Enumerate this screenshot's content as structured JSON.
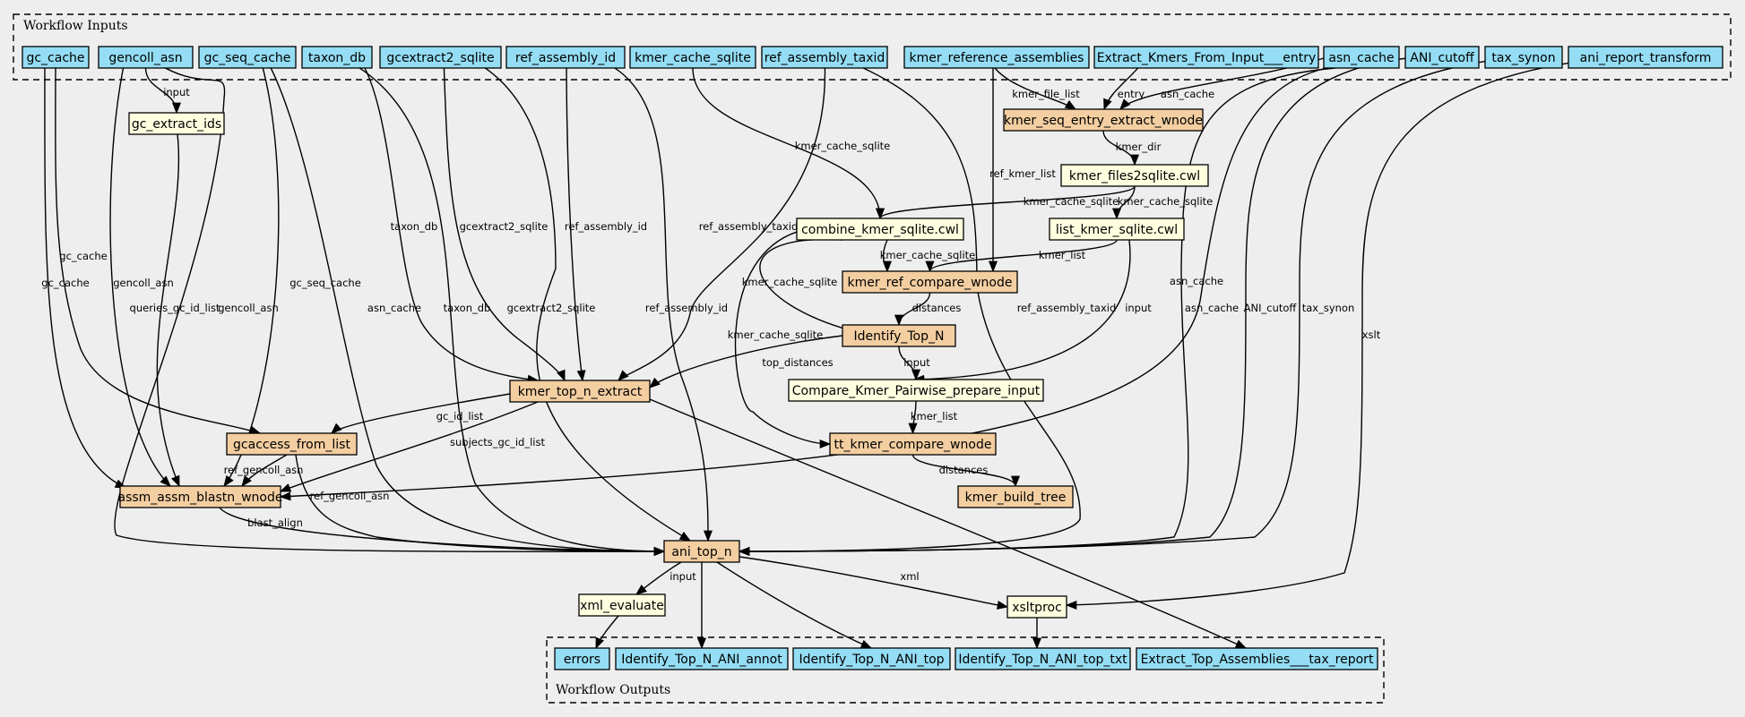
{
  "clusters": {
    "inputs_label": "Workflow Inputs",
    "outputs_label": "Workflow Outputs"
  },
  "nodes": {
    "gc_cache": {
      "label": "gc_cache",
      "kind": "input"
    },
    "gencoll_asn": {
      "label": "gencoll_asn",
      "kind": "input"
    },
    "gc_seq_cache": {
      "label": "gc_seq_cache",
      "kind": "input"
    },
    "taxon_db": {
      "label": "taxon_db",
      "kind": "input"
    },
    "gcextract2_sqlite": {
      "label": "gcextract2_sqlite",
      "kind": "input"
    },
    "ref_assembly_id": {
      "label": "ref_assembly_id",
      "kind": "input"
    },
    "kmer_cache_sqlite": {
      "label": "kmer_cache_sqlite",
      "kind": "input"
    },
    "ref_assembly_taxid": {
      "label": "ref_assembly_taxid",
      "kind": "input"
    },
    "kmer_reference_assemblies": {
      "label": "kmer_reference_assemblies",
      "kind": "input"
    },
    "extract_kmers_entry": {
      "label": "Extract_Kmers_From_Input___entry",
      "kind": "input"
    },
    "asn_cache": {
      "label": "asn_cache",
      "kind": "input"
    },
    "ani_cutoff": {
      "label": "ANI_cutoff",
      "kind": "input"
    },
    "tax_synon": {
      "label": "tax_synon",
      "kind": "input"
    },
    "ani_report_transform": {
      "label": "ani_report_transform",
      "kind": "input"
    },
    "gc_extract_ids": {
      "label": "gc_extract_ids",
      "kind": "tool"
    },
    "kmer_seq_entry_extract_wnode": {
      "label": "kmer_seq_entry_extract_wnode",
      "kind": "step"
    },
    "kmer_files2sqlite": {
      "label": "kmer_files2sqlite.cwl",
      "kind": "tool"
    },
    "combine_kmer_sqlite": {
      "label": "combine_kmer_sqlite.cwl",
      "kind": "tool"
    },
    "list_kmer_sqlite": {
      "label": "list_kmer_sqlite.cwl",
      "kind": "tool"
    },
    "kmer_ref_compare_wnode": {
      "label": "kmer_ref_compare_wnode",
      "kind": "step"
    },
    "identify_top_n": {
      "label": "Identify_Top_N",
      "kind": "step"
    },
    "kmer_top_n_extract": {
      "label": "kmer_top_n_extract",
      "kind": "step"
    },
    "compare_kmer_pairwise": {
      "label": "Compare_Kmer_Pairwise_prepare_input",
      "kind": "tool"
    },
    "gcaccess_from_list": {
      "label": "gcaccess_from_list",
      "kind": "step"
    },
    "tt_kmer_compare_wnode": {
      "label": "tt_kmer_compare_wnode",
      "kind": "step"
    },
    "assm_assm_blastn_wnode": {
      "label": "assm_assm_blastn_wnode",
      "kind": "step"
    },
    "kmer_build_tree": {
      "label": "kmer_build_tree",
      "kind": "step"
    },
    "ani_top_n": {
      "label": "ani_top_n",
      "kind": "step"
    },
    "xml_evaluate": {
      "label": "xml_evaluate",
      "kind": "tool"
    },
    "xsltproc": {
      "label": "xsltproc",
      "kind": "tool"
    },
    "errors": {
      "label": "errors",
      "kind": "output"
    },
    "out_ani_annot": {
      "label": "Identify_Top_N_ANI_annot",
      "kind": "output"
    },
    "out_ani_top": {
      "label": "Identify_Top_N_ANI_top",
      "kind": "output"
    },
    "out_ani_top_txt": {
      "label": "Identify_Top_N_ANI_top_txt",
      "kind": "output"
    },
    "out_tax_report": {
      "label": "Extract_Top_Assemblies___tax_report",
      "kind": "output"
    }
  },
  "edges": [
    {
      "from": "gencoll_asn",
      "to": "gc_extract_ids",
      "label": "input"
    },
    {
      "from": "gc_cache",
      "to": "gcaccess_from_list",
      "label": "gc_cache"
    },
    {
      "from": "gc_cache",
      "to": "assm_assm_blastn_wnode",
      "label": "gc_cache"
    },
    {
      "from": "gencoll_asn",
      "to": "assm_assm_blastn_wnode",
      "label": "gencoll_asn"
    },
    {
      "from": "gc_extract_ids",
      "to": "assm_assm_blastn_wnode",
      "label": "queries_gc_id_list"
    },
    {
      "from": "gc_seq_cache",
      "to": "assm_assm_blastn_wnode",
      "label": "gc_seq_cache"
    },
    {
      "from": "gencoll_asn",
      "to": "ani_top_n",
      "label": "gencoll_asn"
    },
    {
      "from": "gc_seq_cache",
      "to": "ani_top_n",
      "label": "asn_cache"
    },
    {
      "from": "taxon_db",
      "to": "kmer_top_n_extract",
      "label": "taxon_db"
    },
    {
      "from": "taxon_db",
      "to": "ani_top_n",
      "label": "taxon_db"
    },
    {
      "from": "gcextract2_sqlite",
      "to": "kmer_top_n_extract",
      "label": "gcextract2_sqlite"
    },
    {
      "from": "gcextract2_sqlite",
      "to": "ani_top_n",
      "label": "gcextract2_sqlite"
    },
    {
      "from": "ref_assembly_id",
      "to": "kmer_top_n_extract",
      "label": "ref_assembly_id"
    },
    {
      "from": "ref_assembly_id",
      "to": "ani_top_n",
      "label": "ref_assembly_id"
    },
    {
      "from": "kmer_cache_sqlite",
      "to": "combine_kmer_sqlite",
      "label": "kmer_cache_sqlite"
    },
    {
      "from": "ref_assembly_taxid",
      "to": "kmer_top_n_extract",
      "label": "ref_assembly_taxid"
    },
    {
      "from": "ref_assembly_taxid",
      "to": "ani_top_n",
      "label": "ref_assembly_taxid"
    },
    {
      "from": "kmer_reference_assemblies",
      "to": "kmer_seq_entry_extract_wnode",
      "label": "kmer_file_list"
    },
    {
      "from": "kmer_reference_assemblies",
      "to": "kmer_ref_compare_wnode",
      "label": "ref_kmer_list"
    },
    {
      "from": "extract_kmers_entry",
      "to": "kmer_seq_entry_extract_wnode",
      "label": "entry"
    },
    {
      "from": "asn_cache",
      "to": "kmer_seq_entry_extract_wnode",
      "label": "asn_cache"
    },
    {
      "from": "asn_cache",
      "to": "assm_assm_blastn_wnode",
      "label": "asn_cache"
    },
    {
      "from": "asn_cache",
      "to": "ani_top_n",
      "label": "asn_cache"
    },
    {
      "from": "ani_cutoff",
      "to": "ani_top_n",
      "label": "ANI_cutoff"
    },
    {
      "from": "tax_synon",
      "to": "ani_top_n",
      "label": "tax_synon"
    },
    {
      "from": "ani_report_transform",
      "to": "xsltproc",
      "label": "xslt"
    },
    {
      "from": "kmer_seq_entry_extract_wnode",
      "to": "kmer_files2sqlite",
      "label": "kmer_dir"
    },
    {
      "from": "kmer_files2sqlite",
      "to": "combine_kmer_sqlite",
      "label": "kmer_cache_sqlite"
    },
    {
      "from": "kmer_files2sqlite",
      "to": "list_kmer_sqlite",
      "label": "kmer_cache_sqlite"
    },
    {
      "from": "combine_kmer_sqlite",
      "to": "kmer_ref_compare_wnode",
      "label": "kmer_cache_sqlite"
    },
    {
      "from": "combine_kmer_sqlite",
      "to": "identify_top_n",
      "label": "kmer_cache_sqlite"
    },
    {
      "from": "combine_kmer_sqlite",
      "to": "tt_kmer_compare_wnode",
      "label": "kmer_cache_sqlite"
    },
    {
      "from": "list_kmer_sqlite",
      "to": "kmer_ref_compare_wnode",
      "label": "kmer_list"
    },
    {
      "from": "list_kmer_sqlite",
      "to": "compare_kmer_pairwise",
      "label": "input"
    },
    {
      "from": "kmer_ref_compare_wnode",
      "to": "identify_top_n",
      "label": "distances"
    },
    {
      "from": "identify_top_n",
      "to": "kmer_top_n_extract",
      "label": "top_distances"
    },
    {
      "from": "identify_top_n",
      "to": "compare_kmer_pairwise",
      "label": "input"
    },
    {
      "from": "compare_kmer_pairwise",
      "to": "tt_kmer_compare_wnode",
      "label": "kmer_list"
    },
    {
      "from": "tt_kmer_compare_wnode",
      "to": "kmer_build_tree",
      "label": "distances"
    },
    {
      "from": "kmer_top_n_extract",
      "to": "gcaccess_from_list",
      "label": "gc_id_list"
    },
    {
      "from": "kmer_top_n_extract",
      "to": "assm_assm_blastn_wnode",
      "label": "subjects_gc_id_list"
    },
    {
      "from": "kmer_top_n_extract",
      "to": "out_tax_report",
      "label": ""
    },
    {
      "from": "gcaccess_from_list",
      "to": "assm_assm_blastn_wnode",
      "label": "ref_gencoll_asn"
    },
    {
      "from": "gcaccess_from_list",
      "to": "ani_top_n",
      "label": "ref_gencoll_asn"
    },
    {
      "from": "assm_assm_blastn_wnode",
      "to": "ani_top_n",
      "label": "blast_align"
    },
    {
      "from": "ani_top_n",
      "to": "xml_evaluate",
      "label": "input"
    },
    {
      "from": "ani_top_n",
      "to": "xsltproc",
      "label": "xml"
    },
    {
      "from": "ani_top_n",
      "to": "out_ani_annot",
      "label": ""
    },
    {
      "from": "ani_top_n",
      "to": "out_ani_top",
      "label": ""
    },
    {
      "from": "xml_evaluate",
      "to": "errors",
      "label": ""
    },
    {
      "from": "xsltproc",
      "to": "out_ani_top_txt",
      "label": ""
    }
  ]
}
